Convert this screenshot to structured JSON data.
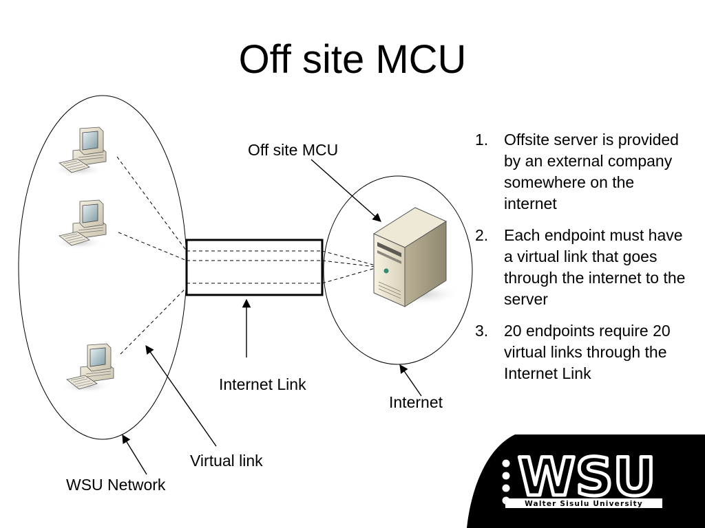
{
  "slide": {
    "title": "Off site MCU"
  },
  "diagram": {
    "labels": {
      "offsite_mcu": "Off site MCU",
      "internet_link": "Internet Link",
      "internet": "Internet",
      "virtual_link": "Virtual link",
      "wsu_network": "WSU Network"
    },
    "icons": [
      "desktop-computer-icon",
      "desktop-computer-icon",
      "desktop-computer-icon",
      "server-tower-icon"
    ]
  },
  "points": [
    {
      "num": "1.",
      "text": "Offsite server is provided by an external company somewhere on the internet"
    },
    {
      "num": "2.",
      "text": "Each endpoint must have a virtual link that goes through the internet to the server"
    },
    {
      "num": "3.",
      "text": "20 endpoints require 20 virtual links through the Internet Link"
    }
  ],
  "logo": {
    "wordmark": "WSU",
    "subtitle": "Walter Sisulu University",
    "colors": {
      "background": "#000000",
      "foreground": "#ffffff"
    }
  }
}
